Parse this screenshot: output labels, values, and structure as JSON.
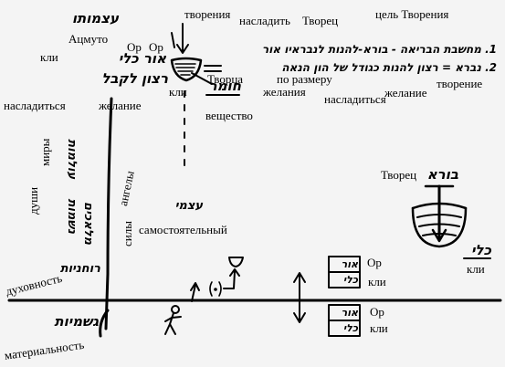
{
  "hebrew": {
    "atzmuto": "עצמותו",
    "or_kli_left": "אור כלי",
    "ratzon_lekabel": "רצון לקבל",
    "line1": "1. מחשבת הבריאה - בורא-להנות לנבראיו אור",
    "line2": "2. נברא = רצון להנות כגודל של הון הנאה",
    "chomer": "חומר",
    "olamot": "עולמות",
    "neshamot": "נשמות",
    "malachim": "מלאכים",
    "ruchaniyut": "רוחניות",
    "gashmiyut": "גשמיות",
    "atzmi": "עצמי",
    "bore": "בורא",
    "kli_right": "כלי",
    "or_box1": "אור",
    "kli_box1": "כלי",
    "or_box2": "אור",
    "kli_box2": "כלי"
  },
  "labels": {
    "atzmuto_ru": "Ацмуто",
    "kli_left": "кли",
    "or1": "Ор",
    "or2": "Ор",
    "tvorenia": "творения",
    "nasladit": "насладить",
    "tvorets_top": "Творец",
    "tsel_tvorenia": "цель Творения",
    "kli_under": "кли",
    "tvortsa": "Творца",
    "po_razmeru": "по размеру",
    "zhelania": "желания",
    "nasladitsya_mid": "насладиться",
    "zhelanie_right": "желание",
    "tvorenie": "творение",
    "nasladitsya_left": "насладиться",
    "zhelanie_left": "желание",
    "veshchestvo": "вещество",
    "miry": "миры",
    "dushi": "души",
    "angely": "ангелы",
    "sily": "силы",
    "samostoyatelny": "самостоятельный",
    "dukhovnost": "духовность",
    "materialnost": "материальность",
    "tvorets_right": "Творец",
    "kli_right": "кли",
    "or_box1": "Ор",
    "kli_box1": "кли",
    "or_box2": "Ор",
    "kli_box2": "кли"
  }
}
